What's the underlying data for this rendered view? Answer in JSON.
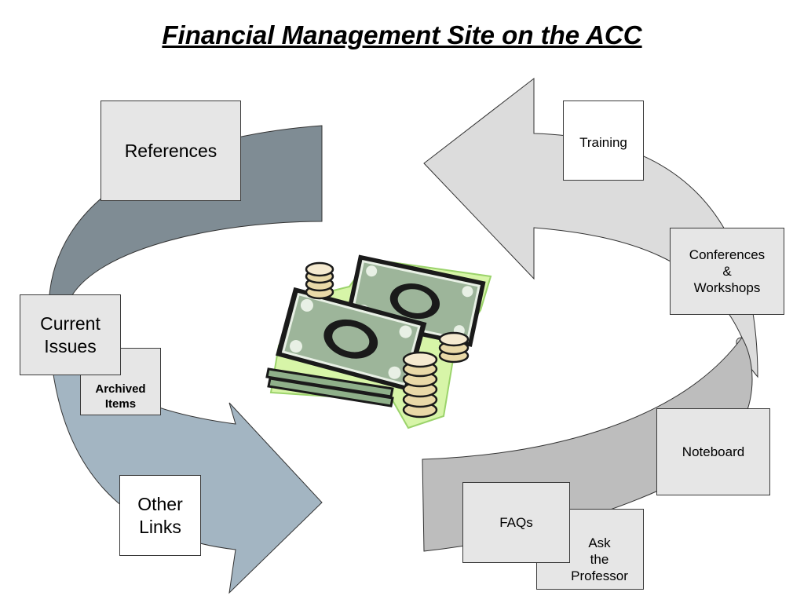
{
  "title": "Financial Management Site on the ACC",
  "colors": {
    "arrow_dark": "#7f8c94",
    "arrow_light": "#a3b5c2",
    "arrow_pale": "#dcdcdc",
    "arrow_mid": "#bdbdbd",
    "money_green": "#9db59a",
    "money_highlight": "#d7f5a8",
    "coin": "#e9d9a8"
  },
  "illustration": "money-clipart-icon",
  "left_cycle": {
    "references": "References",
    "current_issues": "Current\nIssues",
    "archived_items": "Archived\nItems",
    "other_links": "Other\nLinks"
  },
  "right_cycle": {
    "training": "Training",
    "conferences": "Conferences\n&\nWorkshops",
    "noteboard": "Noteboard",
    "faqs": "FAQs",
    "ask_professor": "Ask\nthe\nProfessor"
  }
}
